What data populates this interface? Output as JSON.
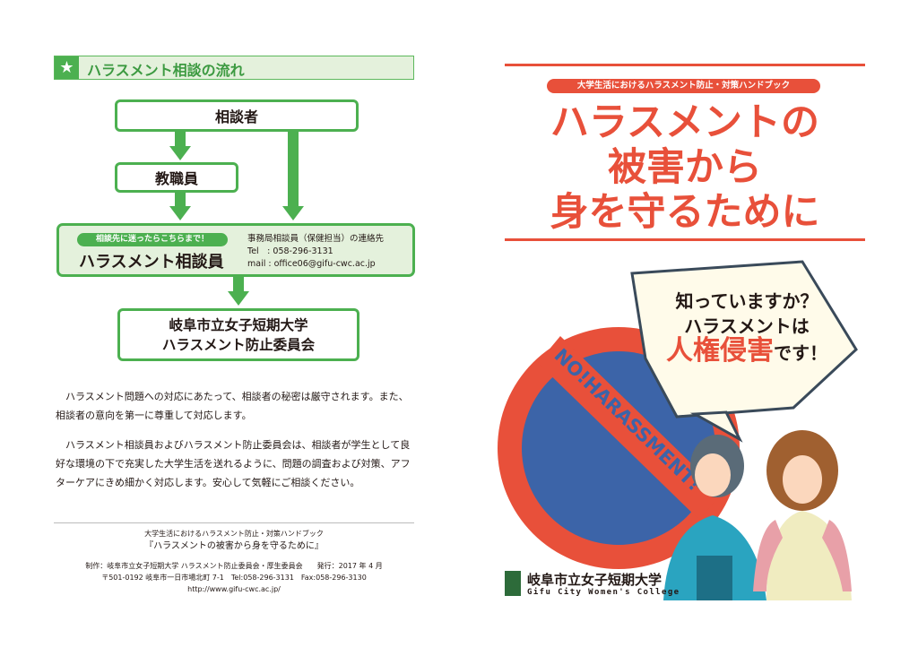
{
  "left": {
    "section_title": "ハラスメント相談の流れ",
    "star_icon": "star-icon",
    "flow": {
      "consultant": "相談者",
      "staff": "教職員",
      "advisor_badge": "相談先に迷ったらこちらまで！",
      "advisor": "ハラスメント相談員",
      "contact_heading": "事務局相談員（保健担当）の連絡先",
      "tel": "Tel　: 058-296-3131",
      "mail": "mail : office06@gifu-cwc.ac.jp",
      "committee_line1": "岐阜市立女子短期大学",
      "committee_line2": "ハラスメント防止委員会"
    },
    "paragraph1": "　ハラスメント問題への対応にあたって、相談者の秘密は厳守されます。また、相談者の意向を第一に尊重して対応します。",
    "paragraph2": "　ハラスメント相談員およびハラスメント防止委員会は、相談者が学生として良好な環境の下で充実した大学生活を送れるように、問題の調査および対策、アフターケアにきめ細かく対応します。安心して気軽にご相談ください。",
    "footer": {
      "subtitle": "大学生活におけるハラスメント防止・対策ハンドブック",
      "title": "『ハラスメントの被害から身を守るために』",
      "producer": "制作：岐阜市立女子短期大学  ハラスメント防止委員会・厚生委員会　　発行：2017 年 4 月",
      "address": "〒501-0192 岐阜市一日市場北町 7-1　Tel:058-296-3131　Fax:058-296-3130",
      "url": "http://www.gifu-cwc.ac.jp/"
    }
  },
  "right": {
    "pill": "大学生活におけるハラスメント防止・対策ハンドブック",
    "title_lines": [
      "ハラスメントの",
      "被害から",
      "身を守るために"
    ],
    "sign_text": "NO!HARASSMENT!",
    "bubble": {
      "line1": "知っていますか？",
      "line2": "ハラスメントは",
      "emphasis": "人権侵害",
      "suffix": "です！"
    },
    "college_jp": "岐阜市立女子短期大学",
    "college_en": "Gifu City Women's College",
    "colors": {
      "red": "#e8503a",
      "green": "#4cb050",
      "blue": "#3c64a8"
    }
  }
}
